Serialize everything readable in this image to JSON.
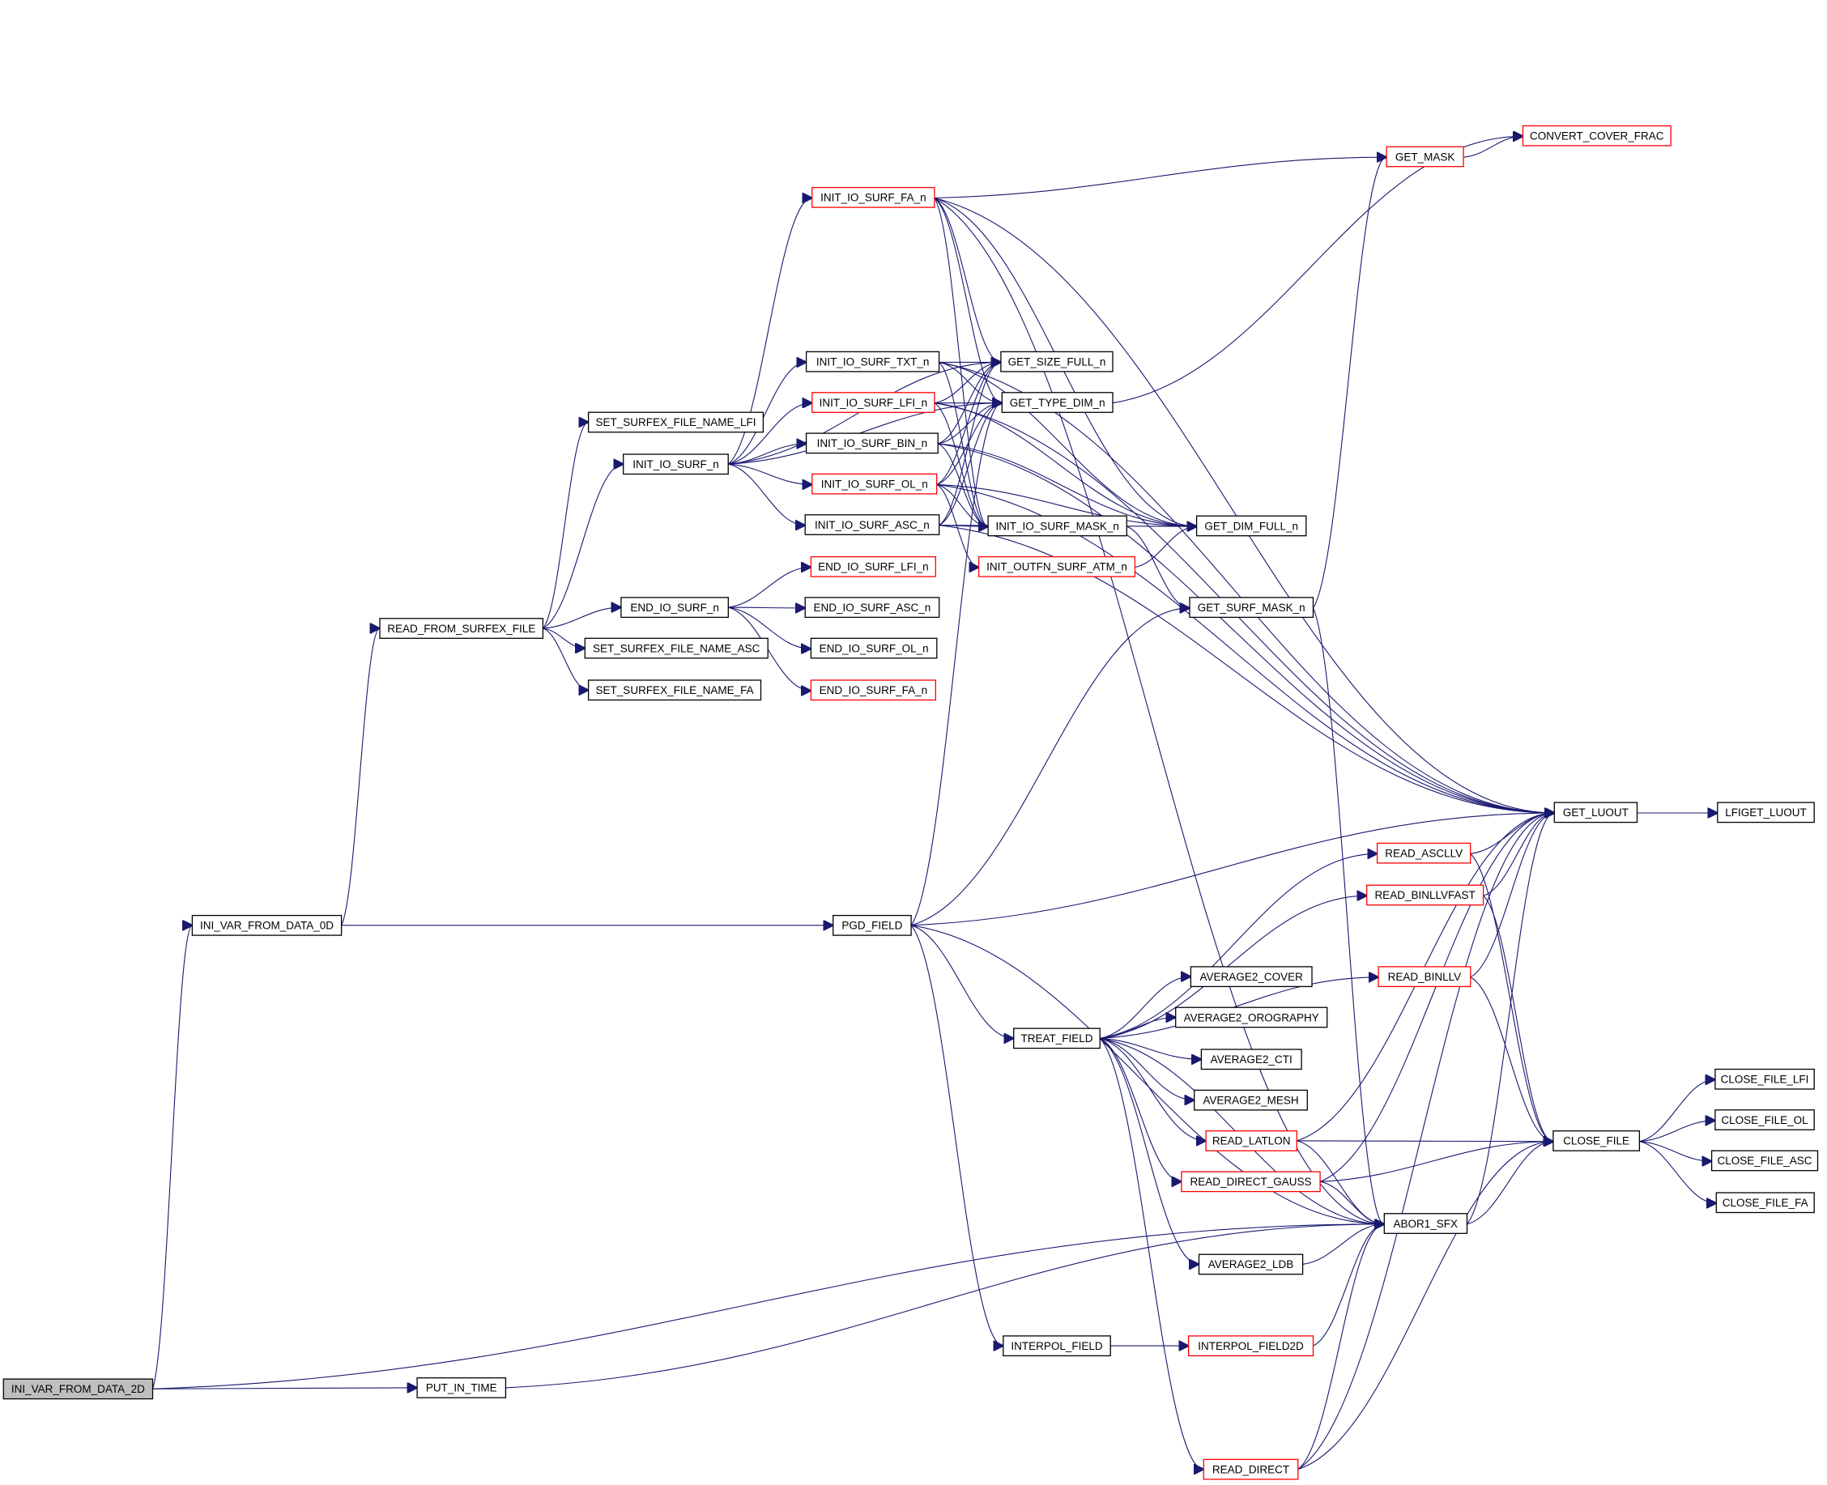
{
  "colors": {
    "edge": "#191970",
    "normal_border": "#000000",
    "truncated_border": "#ff0000",
    "root_fill": "#bfbfbf",
    "node_fill": "#ffffff"
  },
  "nodes": [
    {
      "id": "INI_VAR_FROM_DATA_2D",
      "label": "INI_VAR_FROM_DATA_2D",
      "kind": "root"
    },
    {
      "id": "INI_VAR_FROM_DATA_0D",
      "label": "INI_VAR_FROM_DATA_0D",
      "kind": "normal"
    },
    {
      "id": "READ_FROM_SURFEX_FILE",
      "label": "READ_FROM_SURFEX_FILE",
      "kind": "normal"
    },
    {
      "id": "SET_SURFEX_FILE_NAME_LFI",
      "label": "SET_SURFEX_FILE_NAME_LFI",
      "kind": "normal"
    },
    {
      "id": "INIT_IO_SURF_n",
      "label": "INIT_IO_SURF_n",
      "kind": "normal"
    },
    {
      "id": "END_IO_SURF_n",
      "label": "END_IO_SURF_n",
      "kind": "normal"
    },
    {
      "id": "SET_SURFEX_FILE_NAME_ASC",
      "label": "SET_SURFEX_FILE_NAME_ASC",
      "kind": "normal"
    },
    {
      "id": "SET_SURFEX_FILE_NAME_FA",
      "label": "SET_SURFEX_FILE_NAME_FA",
      "kind": "normal"
    },
    {
      "id": "PUT_IN_TIME",
      "label": "PUT_IN_TIME",
      "kind": "normal"
    },
    {
      "id": "INIT_IO_SURF_FA_n",
      "label": "INIT_IO_SURF_FA_n",
      "kind": "truncated"
    },
    {
      "id": "INIT_IO_SURF_TXT_n",
      "label": "INIT_IO_SURF_TXT_n",
      "kind": "normal"
    },
    {
      "id": "INIT_IO_SURF_LFI_n",
      "label": "INIT_IO_SURF_LFI_n",
      "kind": "truncated"
    },
    {
      "id": "INIT_IO_SURF_BIN_n",
      "label": "INIT_IO_SURF_BIN_n",
      "kind": "normal"
    },
    {
      "id": "INIT_IO_SURF_OL_n",
      "label": "INIT_IO_SURF_OL_n",
      "kind": "truncated"
    },
    {
      "id": "INIT_IO_SURF_ASC_n",
      "label": "INIT_IO_SURF_ASC_n",
      "kind": "normal"
    },
    {
      "id": "END_IO_SURF_LFI_n",
      "label": "END_IO_SURF_LFI_n",
      "kind": "truncated"
    },
    {
      "id": "END_IO_SURF_ASC_n",
      "label": "END_IO_SURF_ASC_n",
      "kind": "normal"
    },
    {
      "id": "END_IO_SURF_OL_n",
      "label": "END_IO_SURF_OL_n",
      "kind": "normal"
    },
    {
      "id": "END_IO_SURF_FA_n",
      "label": "END_IO_SURF_FA_n",
      "kind": "truncated"
    },
    {
      "id": "PGD_FIELD",
      "label": "PGD_FIELD",
      "kind": "normal"
    },
    {
      "id": "GET_SIZE_FULL_n",
      "label": "GET_SIZE_FULL_n",
      "kind": "normal"
    },
    {
      "id": "GET_TYPE_DIM_n",
      "label": "GET_TYPE_DIM_n",
      "kind": "normal"
    },
    {
      "id": "INIT_IO_SURF_MASK_n",
      "label": "INIT_IO_SURF_MASK_n",
      "kind": "normal"
    },
    {
      "id": "INIT_OUTFN_SURF_ATM_n",
      "label": "INIT_OUTFN_SURF_ATM_n",
      "kind": "truncated"
    },
    {
      "id": "TREAT_FIELD",
      "label": "TREAT_FIELD",
      "kind": "normal"
    },
    {
      "id": "INTERPOL_FIELD",
      "label": "INTERPOL_FIELD",
      "kind": "normal"
    },
    {
      "id": "GET_DIM_FULL_n",
      "label": "GET_DIM_FULL_n",
      "kind": "normal"
    },
    {
      "id": "GET_SURF_MASK_n",
      "label": "GET_SURF_MASK_n",
      "kind": "normal"
    },
    {
      "id": "AVERAGE2_COVER",
      "label": "AVERAGE2_COVER",
      "kind": "normal"
    },
    {
      "id": "AVERAGE2_OROGRAPHY",
      "label": "AVERAGE2_OROGRAPHY",
      "kind": "normal"
    },
    {
      "id": "AVERAGE2_CTI",
      "label": "AVERAGE2_CTI",
      "kind": "normal"
    },
    {
      "id": "AVERAGE2_MESH",
      "label": "AVERAGE2_MESH",
      "kind": "normal"
    },
    {
      "id": "READ_LATLON",
      "label": "READ_LATLON",
      "kind": "truncated"
    },
    {
      "id": "READ_DIRECT_GAUSS",
      "label": "READ_DIRECT_GAUSS",
      "kind": "truncated"
    },
    {
      "id": "AVERAGE2_LDB",
      "label": "AVERAGE2_LDB",
      "kind": "normal"
    },
    {
      "id": "INTERPOL_FIELD2D",
      "label": "INTERPOL_FIELD2D",
      "kind": "truncated"
    },
    {
      "id": "READ_DIRECT",
      "label": "READ_DIRECT",
      "kind": "truncated"
    },
    {
      "id": "GET_MASK",
      "label": "GET_MASK",
      "kind": "truncated"
    },
    {
      "id": "READ_ASCLLV",
      "label": "READ_ASCLLV",
      "kind": "truncated"
    },
    {
      "id": "READ_BINLLVFAST",
      "label": "READ_BINLLVFAST",
      "kind": "truncated"
    },
    {
      "id": "READ_BINLLV",
      "label": "READ_BINLLV",
      "kind": "truncated"
    },
    {
      "id": "ABOR1_SFX",
      "label": "ABOR1_SFX",
      "kind": "normal"
    },
    {
      "id": "CONVERT_COVER_FRAC",
      "label": "CONVERT_COVER_FRAC",
      "kind": "truncated"
    },
    {
      "id": "GET_LUOUT",
      "label": "GET_LUOUT",
      "kind": "normal"
    },
    {
      "id": "CLOSE_FILE",
      "label": "CLOSE_FILE",
      "kind": "normal"
    },
    {
      "id": "LFIGET_LUOUT",
      "label": "LFIGET_LUOUT",
      "kind": "normal"
    },
    {
      "id": "CLOSE_FILE_LFI",
      "label": "CLOSE_FILE_LFI",
      "kind": "normal"
    },
    {
      "id": "CLOSE_FILE_OL",
      "label": "CLOSE_FILE_OL",
      "kind": "normal"
    },
    {
      "id": "CLOSE_FILE_ASC",
      "label": "CLOSE_FILE_ASC",
      "kind": "normal"
    },
    {
      "id": "CLOSE_FILE_FA",
      "label": "CLOSE_FILE_FA",
      "kind": "normal"
    }
  ],
  "edges": [
    [
      "INI_VAR_FROM_DATA_2D",
      "INI_VAR_FROM_DATA_0D"
    ],
    [
      "INI_VAR_FROM_DATA_2D",
      "PUT_IN_TIME"
    ],
    [
      "INI_VAR_FROM_DATA_2D",
      "ABOR1_SFX"
    ],
    [
      "INI_VAR_FROM_DATA_0D",
      "READ_FROM_SURFEX_FILE"
    ],
    [
      "INI_VAR_FROM_DATA_0D",
      "PGD_FIELD"
    ],
    [
      "READ_FROM_SURFEX_FILE",
      "SET_SURFEX_FILE_NAME_LFI"
    ],
    [
      "READ_FROM_SURFEX_FILE",
      "INIT_IO_SURF_n"
    ],
    [
      "READ_FROM_SURFEX_FILE",
      "END_IO_SURF_n"
    ],
    [
      "READ_FROM_SURFEX_FILE",
      "SET_SURFEX_FILE_NAME_ASC"
    ],
    [
      "READ_FROM_SURFEX_FILE",
      "SET_SURFEX_FILE_NAME_FA"
    ],
    [
      "INIT_IO_SURF_n",
      "INIT_IO_SURF_FA_n"
    ],
    [
      "INIT_IO_SURF_n",
      "INIT_IO_SURF_TXT_n"
    ],
    [
      "INIT_IO_SURF_n",
      "INIT_IO_SURF_LFI_n"
    ],
    [
      "INIT_IO_SURF_n",
      "INIT_IO_SURF_BIN_n"
    ],
    [
      "INIT_IO_SURF_n",
      "INIT_IO_SURF_OL_n"
    ],
    [
      "INIT_IO_SURF_n",
      "INIT_IO_SURF_ASC_n"
    ],
    [
      "INIT_IO_SURF_n",
      "GET_SIZE_FULL_n"
    ],
    [
      "INIT_IO_SURF_n",
      "GET_TYPE_DIM_n"
    ],
    [
      "END_IO_SURF_n",
      "END_IO_SURF_LFI_n"
    ],
    [
      "END_IO_SURF_n",
      "END_IO_SURF_ASC_n"
    ],
    [
      "END_IO_SURF_n",
      "END_IO_SURF_OL_n"
    ],
    [
      "END_IO_SURF_n",
      "END_IO_SURF_FA_n"
    ],
    [
      "INIT_IO_SURF_FA_n",
      "GET_MASK"
    ],
    [
      "INIT_IO_SURF_FA_n",
      "GET_LUOUT"
    ],
    [
      "INIT_IO_SURF_FA_n",
      "GET_SIZE_FULL_n"
    ],
    [
      "INIT_IO_SURF_FA_n",
      "GET_TYPE_DIM_n"
    ],
    [
      "INIT_IO_SURF_FA_n",
      "GET_DIM_FULL_n"
    ],
    [
      "INIT_IO_SURF_FA_n",
      "INIT_IO_SURF_MASK_n"
    ],
    [
      "INIT_IO_SURF_FA_n",
      "ABOR1_SFX"
    ],
    [
      "INIT_IO_SURF_TXT_n",
      "GET_SIZE_FULL_n"
    ],
    [
      "INIT_IO_SURF_TXT_n",
      "GET_TYPE_DIM_n"
    ],
    [
      "INIT_IO_SURF_TXT_n",
      "GET_DIM_FULL_n"
    ],
    [
      "INIT_IO_SURF_TXT_n",
      "INIT_IO_SURF_MASK_n"
    ],
    [
      "INIT_IO_SURF_TXT_n",
      "GET_LUOUT"
    ],
    [
      "INIT_IO_SURF_LFI_n",
      "GET_SIZE_FULL_n"
    ],
    [
      "INIT_IO_SURF_LFI_n",
      "GET_TYPE_DIM_n"
    ],
    [
      "INIT_IO_SURF_LFI_n",
      "GET_DIM_FULL_n"
    ],
    [
      "INIT_IO_SURF_LFI_n",
      "INIT_IO_SURF_MASK_n"
    ],
    [
      "INIT_IO_SURF_LFI_n",
      "GET_LUOUT"
    ],
    [
      "INIT_IO_SURF_BIN_n",
      "GET_SIZE_FULL_n"
    ],
    [
      "INIT_IO_SURF_BIN_n",
      "GET_TYPE_DIM_n"
    ],
    [
      "INIT_IO_SURF_BIN_n",
      "GET_DIM_FULL_n"
    ],
    [
      "INIT_IO_SURF_BIN_n",
      "INIT_IO_SURF_MASK_n"
    ],
    [
      "INIT_IO_SURF_BIN_n",
      "GET_LUOUT"
    ],
    [
      "INIT_IO_SURF_OL_n",
      "GET_SIZE_FULL_n"
    ],
    [
      "INIT_IO_SURF_OL_n",
      "GET_TYPE_DIM_n"
    ],
    [
      "INIT_IO_SURF_OL_n",
      "GET_DIM_FULL_n"
    ],
    [
      "INIT_IO_SURF_OL_n",
      "INIT_IO_SURF_MASK_n"
    ],
    [
      "INIT_IO_SURF_OL_n",
      "INIT_OUTFN_SURF_ATM_n"
    ],
    [
      "INIT_IO_SURF_OL_n",
      "GET_LUOUT"
    ],
    [
      "INIT_IO_SURF_ASC_n",
      "GET_SIZE_FULL_n"
    ],
    [
      "INIT_IO_SURF_ASC_n",
      "GET_TYPE_DIM_n"
    ],
    [
      "INIT_IO_SURF_ASC_n",
      "INIT_IO_SURF_MASK_n"
    ],
    [
      "INIT_IO_SURF_ASC_n",
      "GET_DIM_FULL_n"
    ],
    [
      "INIT_IO_SURF_ASC_n",
      "GET_LUOUT"
    ],
    [
      "GET_TYPE_DIM_n",
      "CONVERT_COVER_FRAC"
    ],
    [
      "INIT_IO_SURF_MASK_n",
      "GET_SURF_MASK_n"
    ],
    [
      "INIT_OUTFN_SURF_ATM_n",
      "GET_DIM_FULL_n"
    ],
    [
      "GET_SURF_MASK_n",
      "GET_MASK"
    ],
    [
      "GET_SURF_MASK_n",
      "ABOR1_SFX"
    ],
    [
      "GET_MASK",
      "CONVERT_COVER_FRAC"
    ],
    [
      "PGD_FIELD",
      "GET_TYPE_DIM_n"
    ],
    [
      "PGD_FIELD",
      "GET_SURF_MASK_n"
    ],
    [
      "PGD_FIELD",
      "GET_LUOUT"
    ],
    [
      "PGD_FIELD",
      "TREAT_FIELD"
    ],
    [
      "PGD_FIELD",
      "ABOR1_SFX"
    ],
    [
      "PGD_FIELD",
      "INTERPOL_FIELD"
    ],
    [
      "TREAT_FIELD",
      "READ_ASCLLV"
    ],
    [
      "TREAT_FIELD",
      "READ_BINLLVFAST"
    ],
    [
      "TREAT_FIELD",
      "READ_BINLLV"
    ],
    [
      "TREAT_FIELD",
      "AVERAGE2_COVER"
    ],
    [
      "TREAT_FIELD",
      "AVERAGE2_OROGRAPHY"
    ],
    [
      "TREAT_FIELD",
      "AVERAGE2_CTI"
    ],
    [
      "TREAT_FIELD",
      "AVERAGE2_MESH"
    ],
    [
      "TREAT_FIELD",
      "READ_LATLON"
    ],
    [
      "TREAT_FIELD",
      "READ_DIRECT_GAUSS"
    ],
    [
      "TREAT_FIELD",
      "AVERAGE2_LDB"
    ],
    [
      "TREAT_FIELD",
      "ABOR1_SFX"
    ],
    [
      "TREAT_FIELD",
      "READ_DIRECT"
    ],
    [
      "INTERPOL_FIELD",
      "INTERPOL_FIELD2D"
    ],
    [
      "INTERPOL_FIELD2D",
      "ABOR1_SFX"
    ],
    [
      "PUT_IN_TIME",
      "ABOR1_SFX"
    ],
    [
      "READ_ASCLLV",
      "GET_LUOUT"
    ],
    [
      "READ_ASCLLV",
      "CLOSE_FILE"
    ],
    [
      "READ_BINLLVFAST",
      "GET_LUOUT"
    ],
    [
      "READ_BINLLVFAST",
      "CLOSE_FILE"
    ],
    [
      "READ_BINLLV",
      "GET_LUOUT"
    ],
    [
      "READ_BINLLV",
      "CLOSE_FILE"
    ],
    [
      "READ_LATLON",
      "GET_LUOUT"
    ],
    [
      "READ_LATLON",
      "CLOSE_FILE"
    ],
    [
      "READ_LATLON",
      "ABOR1_SFX"
    ],
    [
      "READ_DIRECT_GAUSS",
      "GET_LUOUT"
    ],
    [
      "READ_DIRECT_GAUSS",
      "CLOSE_FILE"
    ],
    [
      "READ_DIRECT_GAUSS",
      "ABOR1_SFX"
    ],
    [
      "AVERAGE2_LDB",
      "ABOR1_SFX"
    ],
    [
      "READ_DIRECT",
      "GET_LUOUT"
    ],
    [
      "READ_DIRECT",
      "CLOSE_FILE"
    ],
    [
      "READ_DIRECT",
      "ABOR1_SFX"
    ],
    [
      "ABOR1_SFX",
      "GET_LUOUT"
    ],
    [
      "ABOR1_SFX",
      "CLOSE_FILE"
    ],
    [
      "GET_LUOUT",
      "LFIGET_LUOUT"
    ],
    [
      "CLOSE_FILE",
      "CLOSE_FILE_LFI"
    ],
    [
      "CLOSE_FILE",
      "CLOSE_FILE_OL"
    ],
    [
      "CLOSE_FILE",
      "CLOSE_FILE_ASC"
    ],
    [
      "CLOSE_FILE",
      "CLOSE_FILE_FA"
    ]
  ]
}
